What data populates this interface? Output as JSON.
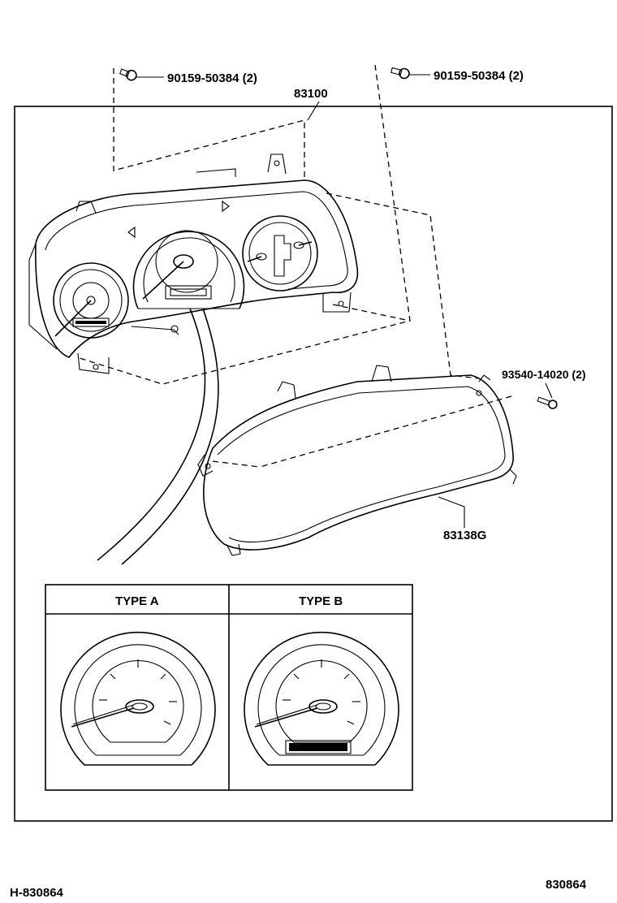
{
  "parts": {
    "bolt_left": "90159-50384 (2)",
    "bolt_right": "90159-50384 (2)",
    "assembly": "83100",
    "screw": "93540-14020 (2)",
    "cover": "83138G"
  },
  "types": {
    "type_a": "TYPE A",
    "type_b": "TYPE B"
  },
  "footer": {
    "ref_left": "H-830864",
    "ref_right": "830864"
  }
}
